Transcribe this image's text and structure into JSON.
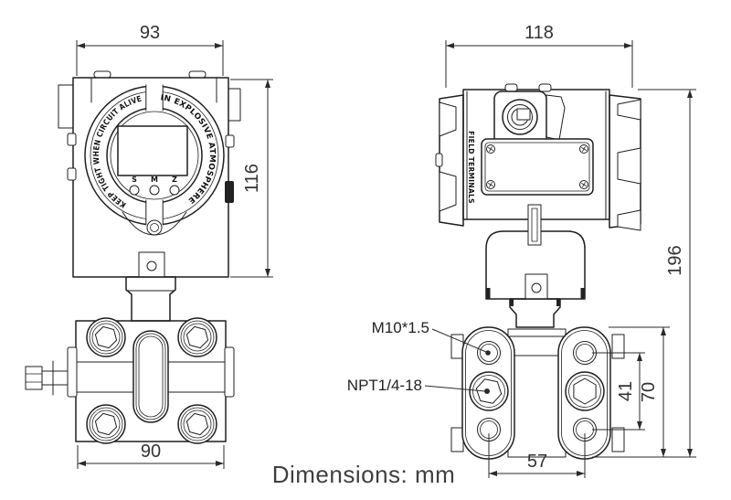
{
  "drawing": {
    "title_hint": "Pressure transmitter dimensional drawing",
    "units_note": "Dimensions: mm",
    "colors": {
      "ink": "#1f1f1f",
      "background": "#ffffff",
      "footer_text": "#3f3f3f"
    },
    "front_view": {
      "dim_width": "93",
      "dim_height": "116",
      "dim_flange_width": "90",
      "bezel_text_left": "KEEP TIGHT WHEN CIRCUIT ALIVE",
      "bezel_text_right": "IN EXPLOSIVE ATMOSPHERE",
      "buttons": [
        "S",
        "M",
        "Z"
      ]
    },
    "side_view": {
      "dim_width": "118",
      "dim_height": "196",
      "dim_flange_height": "70",
      "dim_bolt_spacing_vertical": "41",
      "dim_bolt_spacing_horizontal": "57",
      "terminal_label": "FIELD TERMINALS",
      "port_labels": {
        "vent_port": "M10*1.5",
        "process_port": "NPT1/4-18"
      }
    }
  }
}
